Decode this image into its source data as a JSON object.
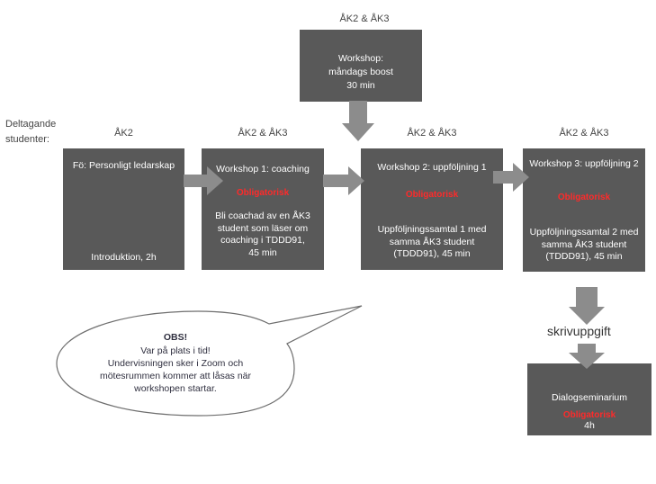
{
  "header_labels": {
    "participants": "Deltagande\nstudenter:",
    "top_level": "ÅK2 & ÅK3",
    "col1_level": "ÅK2",
    "col2_level": "ÅK2 & ÅK3",
    "col3_level": "ÅK2 & ÅK3",
    "col4_level": "ÅK2 & ÅK3"
  },
  "boxes": {
    "monday_boost": {
      "title": "Workshop:",
      "line2": "måndags boost",
      "line3": "30 min"
    },
    "lecture": {
      "title": "Fö: Personligt ledarskap",
      "footer": "Introduktion, 2h"
    },
    "workshop1": {
      "title": "Workshop 1: coaching",
      "required": "Obligatorisk",
      "body": "Bli coachad av en ÅK3\nstudent som läser om\ncoaching i TDDD91,\n45 min"
    },
    "workshop2": {
      "title": "Workshop 2: uppföljning 1",
      "required": "Obligatorisk",
      "body": "Uppföljningssamtal 1 med\nsamma ÅK3 student\n(TDDD91), 45 min"
    },
    "workshop3": {
      "title": "Workshop 3: uppföljning 2",
      "required": "Obligatorisk",
      "body": "Uppföljningssamtal 2 med\nsamma ÅK3 student\n(TDDD91), 45 min"
    },
    "seminar": {
      "title": "Dialogseminarium",
      "required": "Obligatorisk",
      "duration": "4h"
    }
  },
  "assignment_label": "skrivuppgift",
  "notice": {
    "heading": "OBS!",
    "line1": "Var på plats i tid!",
    "line2": "Undervisningen sker i Zoom och\nmötesrummen kommer att låsas när\nworkshopen startar."
  },
  "colors": {
    "box": "#595959",
    "arrow": "#8c8c8c",
    "required": "#ff2a2a"
  }
}
